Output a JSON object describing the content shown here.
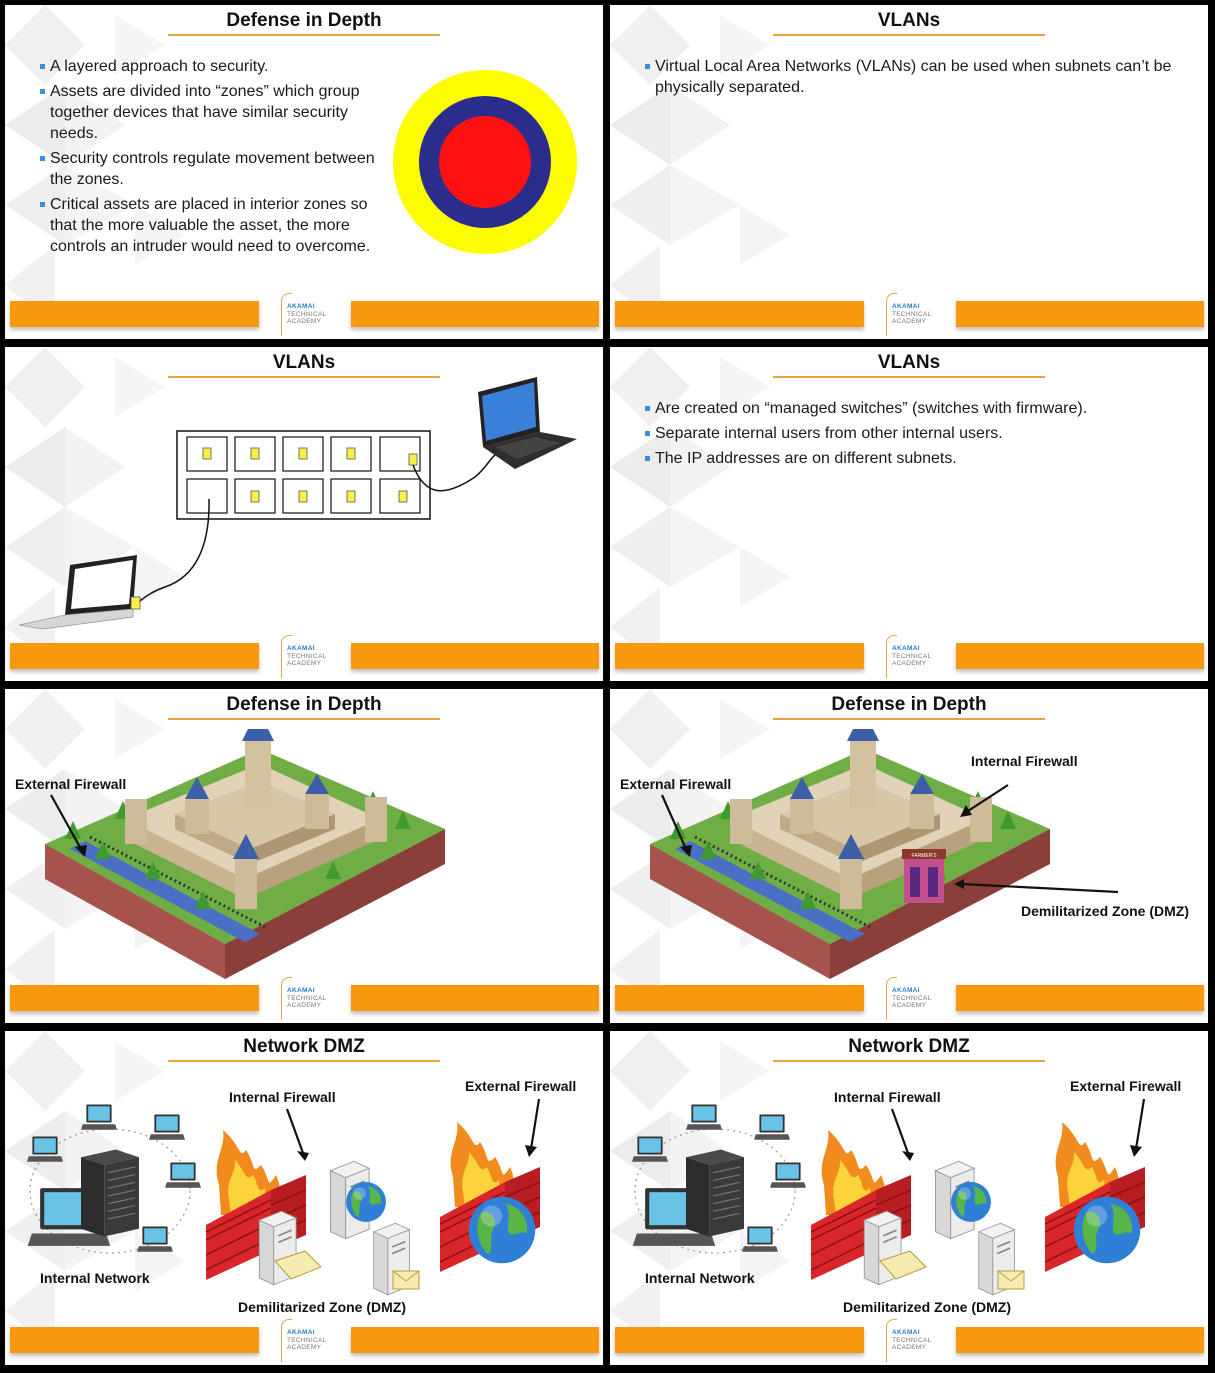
{
  "logo": {
    "line1": "AKAMAI",
    "line2": "TECHNICAL",
    "line3": "ACADEMY"
  },
  "colors": {
    "accent": "#f7980f",
    "bullet": "#3b8ed8",
    "underline": "#e8a33b"
  },
  "slides": [
    {
      "title": "Defense in Depth",
      "bullets": [
        "A layered approach to security.",
        "Assets are divided into “zones” which group together devices that have similar security needs.",
        "Security controls regulate movement between the zones.",
        "Critical assets are placed in interior zones so that the more valuable the asset, the more controls an intruder would need to overcome."
      ]
    },
    {
      "title": "VLANs",
      "bullets": [
        "Virtual Local Area Networks (VLANs) can be used when subnets can’t be physically separated."
      ]
    },
    {
      "title": "VLANs"
    },
    {
      "title": "VLANs",
      "bullets": [
        "Are created on “managed switches” (switches with firmware).",
        "Separate internal users from other internal users.",
        "The IP addresses are on different subnets."
      ]
    },
    {
      "title": "Defense in Depth",
      "labels": {
        "external_firewall": "External Firewall"
      }
    },
    {
      "title": "Defense in Depth",
      "labels": {
        "external_firewall": "External Firewall",
        "internal_firewall": "Internal Firewall",
        "dmz": "Demilitarized Zone (DMZ)",
        "sign": "FARMER'S"
      }
    },
    {
      "title": "Network DMZ",
      "labels": {
        "internal_firewall": "Internal Firewall",
        "external_firewall": "External Firewall",
        "internal_network": "Internal Network",
        "dmz": "Demilitarized Zone (DMZ)"
      }
    },
    {
      "title": "Network DMZ",
      "labels": {
        "internal_firewall": "Internal Firewall",
        "external_firewall": "External Firewall",
        "internal_network": "Internal Network",
        "dmz": "Demilitarized Zone (DMZ)"
      }
    }
  ]
}
